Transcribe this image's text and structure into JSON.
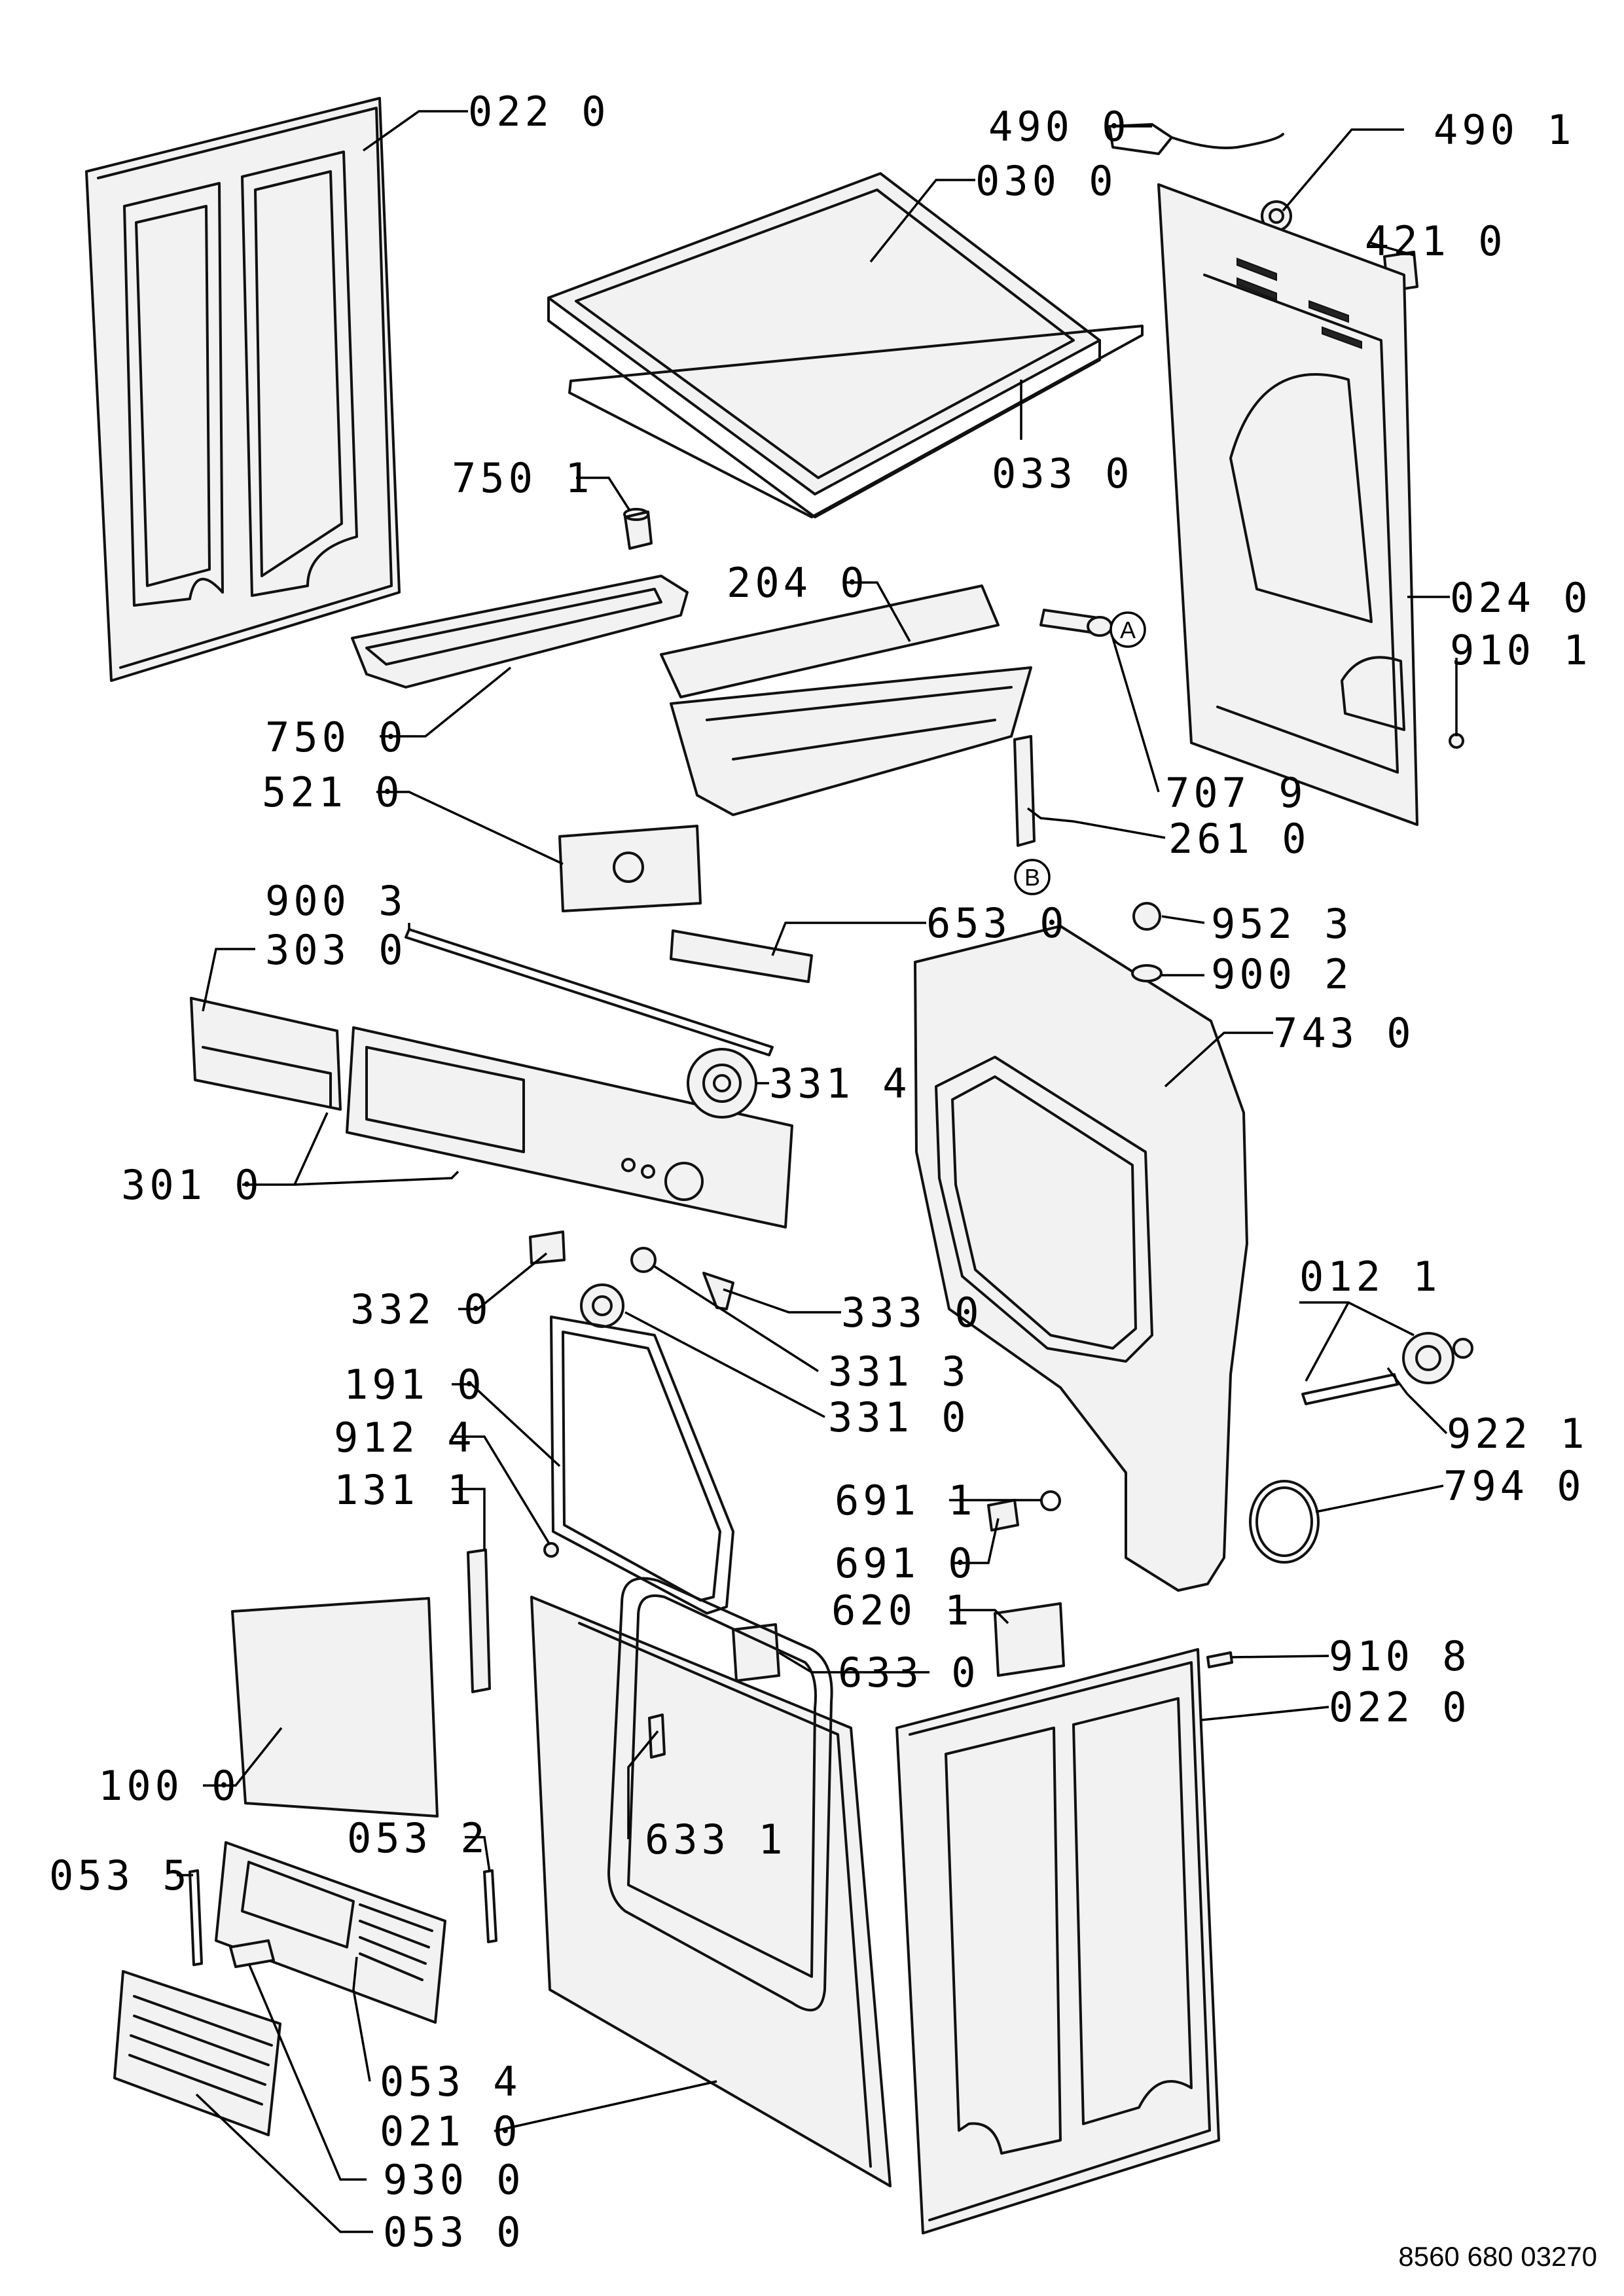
{
  "parts": [
    {
      "id": "p0220a",
      "text": "022 0"
    },
    {
      "id": "p4900",
      "text": "490 0"
    },
    {
      "id": "p4901",
      "text": "490 1"
    },
    {
      "id": "p0300",
      "text": "030 0"
    },
    {
      "id": "p4210",
      "text": "421 0"
    },
    {
      "id": "p0330",
      "text": "033 0"
    },
    {
      "id": "p7501",
      "text": "750 1"
    },
    {
      "id": "p2040",
      "text": "204 0"
    },
    {
      "id": "p0240",
      "text": "024 0"
    },
    {
      "id": "p9101",
      "text": "910 1"
    },
    {
      "id": "p7500",
      "text": "750 0"
    },
    {
      "id": "p7079",
      "text": "707 9"
    },
    {
      "id": "p5210",
      "text": "521 0"
    },
    {
      "id": "p2610",
      "text": "261 0"
    },
    {
      "id": "p9003",
      "text": "900 3"
    },
    {
      "id": "p6530",
      "text": "653 0"
    },
    {
      "id": "p9523",
      "text": "952 3"
    },
    {
      "id": "p3030",
      "text": "303 0"
    },
    {
      "id": "p9002",
      "text": "900 2"
    },
    {
      "id": "p7430",
      "text": "743 0"
    },
    {
      "id": "p3314",
      "text": "331 4"
    },
    {
      "id": "p3010",
      "text": "301 0"
    },
    {
      "id": "p0121",
      "text": "012 1"
    },
    {
      "id": "p3320",
      "text": "332 0"
    },
    {
      "id": "p3330",
      "text": "333 0"
    },
    {
      "id": "p3313",
      "text": "331 3"
    },
    {
      "id": "p1910",
      "text": "191 0"
    },
    {
      "id": "p3310",
      "text": "331 0"
    },
    {
      "id": "p9221",
      "text": "922 1"
    },
    {
      "id": "p9124",
      "text": "912 4"
    },
    {
      "id": "p7940",
      "text": "794 0"
    },
    {
      "id": "p1311",
      "text": "131 1"
    },
    {
      "id": "p6911",
      "text": "691 1"
    },
    {
      "id": "p6910",
      "text": "691 0"
    },
    {
      "id": "p6201",
      "text": "620 1"
    },
    {
      "id": "p9108",
      "text": "910 8"
    },
    {
      "id": "p6330",
      "text": "633 0"
    },
    {
      "id": "p0220b",
      "text": "022 0"
    },
    {
      "id": "p1000",
      "text": "100 0"
    },
    {
      "id": "p0532",
      "text": "053 2"
    },
    {
      "id": "p0535",
      "text": "053 5"
    },
    {
      "id": "p6331",
      "text": "633 1"
    },
    {
      "id": "p0534",
      "text": "053 4"
    },
    {
      "id": "p0210",
      "text": "021 0"
    },
    {
      "id": "p9300",
      "text": "930 0"
    },
    {
      "id": "p0530",
      "text": "053 0"
    }
  ],
  "refs": {
    "a": "A",
    "b": "B"
  },
  "doc_number": "8560 680 03270"
}
